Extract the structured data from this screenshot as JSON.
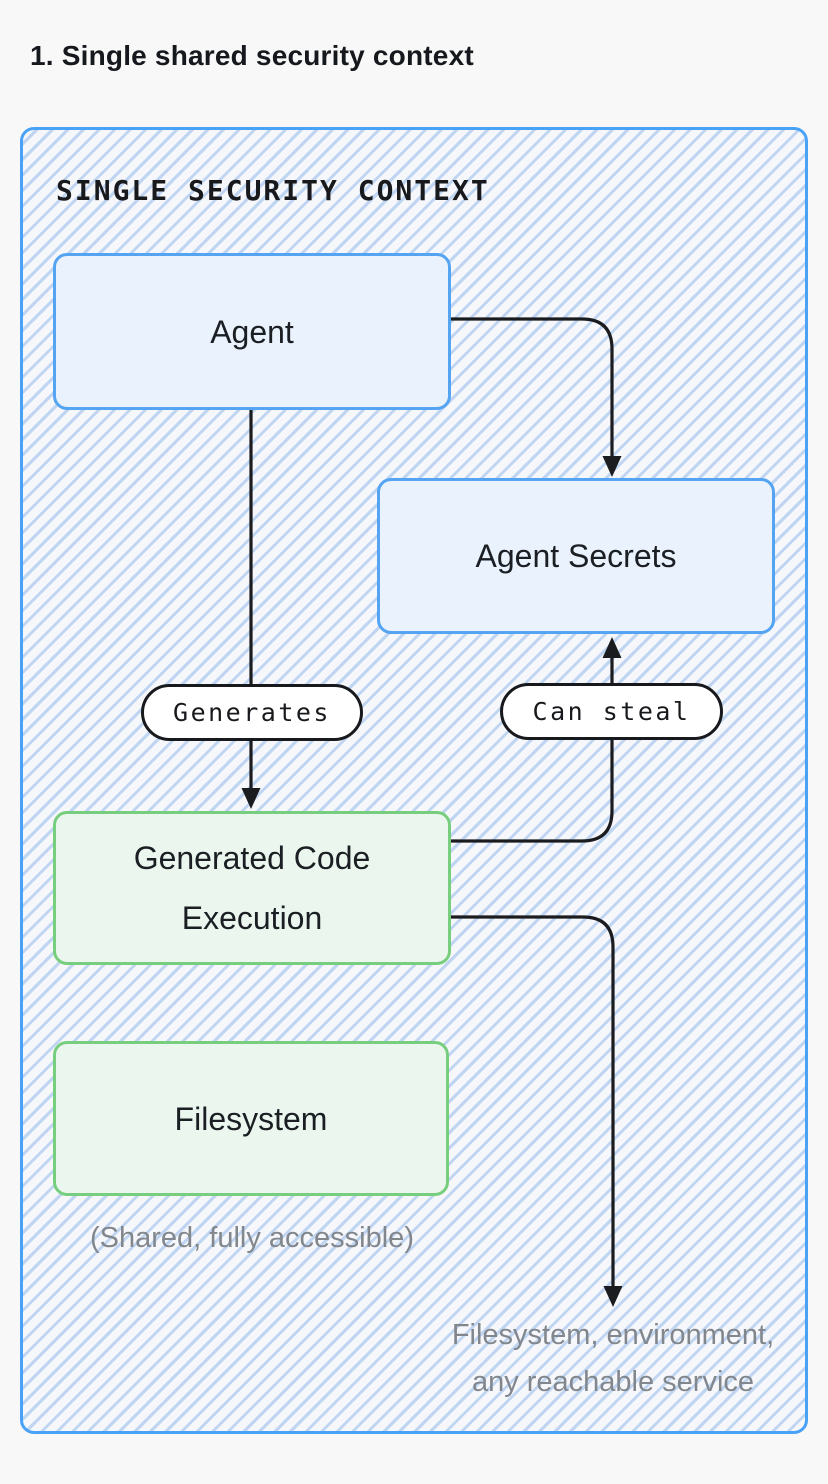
{
  "page": {
    "title": "1. Single shared security context"
  },
  "diagram": {
    "context_label": "SINGLE SECURITY CONTEXT",
    "nodes": {
      "agent": {
        "label": "Agent"
      },
      "agent_secrets": {
        "label": "Agent Secrets"
      },
      "generated_code": {
        "label": "Generated Code Execution"
      },
      "filesystem": {
        "label": "Filesystem"
      }
    },
    "edge_labels": {
      "generates": "Generates",
      "can_steal": "Can steal"
    },
    "captions": {
      "filesystem_note": "(Shared, fully accessible)",
      "reach_line1": "Filesystem, environment,",
      "reach_line2": "any reachable service"
    },
    "colors": {
      "page_background": "#f8f8f8",
      "container_border": "#4aa2f6",
      "hatch_stripe": "#bfd5f2",
      "hatch_base": "#f6f7fa",
      "blue_node_fill": "#eaf3fd",
      "blue_node_border": "#55a4f2",
      "green_node_fill": "#ebf7ee",
      "green_node_border": "#77ce7e",
      "arrow": "#1a1c1f",
      "muted_text": "#82878e",
      "text": "#17191c"
    }
  }
}
